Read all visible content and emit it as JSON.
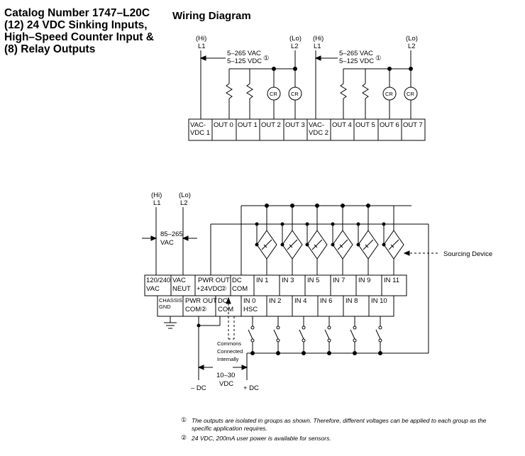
{
  "catalog": {
    "lines": [
      "Catalog Number 1747–L20C",
      "(12) 24 VDC Sinking Inputs,",
      "High–Speed Counter Input &",
      "(8) Relay Outputs"
    ]
  },
  "wiring_title": "Wiring Diagram",
  "output_section": {
    "hi_label": "(Hi)",
    "lo_label": "(Lo)",
    "l1": "L1",
    "l2": "L2",
    "voltage_ac": "5–265 VAC",
    "voltage_dc": "5–125 VDC",
    "note_marker": "①",
    "cr_label": "CR",
    "terminals_group1": [
      "VAC-",
      "VDC 1",
      "OUT 0",
      "OUT 1",
      "OUT 2",
      "OUT 3"
    ],
    "terminals_group2": [
      "VAC-",
      "VDC 2",
      "OUT 4",
      "OUT 5",
      "OUT 6",
      "OUT 7"
    ]
  },
  "input_section": {
    "hi_label": "(Hi)",
    "lo_label": "(Lo)",
    "l1": "L1",
    "l2": "L2",
    "supply_voltage": "85–265",
    "supply_unit": "VAC",
    "sourcing_device": "Sourcing Device",
    "top_terminals": [
      "120/240",
      "VAC",
      "VAC",
      "NEUT",
      "PWR OUT",
      "+24VDC",
      "DC",
      "COM",
      "IN 1",
      "IN 3",
      "IN 5",
      "IN 7",
      "IN 9",
      "IN 11"
    ],
    "bottom_terminals": [
      "CHASSIS",
      "GND",
      "PWR OUT",
      "COM",
      "DC",
      "COM",
      "IN 0",
      "HSC",
      "IN 2",
      "IN 4",
      "IN 6",
      "IN 8",
      "IN 10"
    ],
    "note2_marker": "②",
    "commons_note": [
      "Commons",
      "Connected",
      "Internally"
    ],
    "dc_range": "10–30",
    "dc_unit": "VDC",
    "minus_dc": "– DC",
    "plus_dc": "+ DC"
  },
  "footnotes": [
    {
      "marker": "①",
      "text": "The outputs are isolated in groups as shown.  Therefore, different voltages can be applied to each group as the specific application requires."
    },
    {
      "marker": "②",
      "text": "24 VDC, 200mA user power is available for sensors."
    }
  ]
}
